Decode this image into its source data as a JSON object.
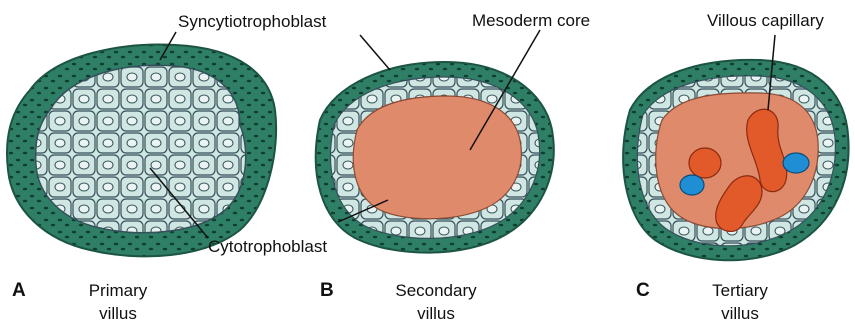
{
  "labels": {
    "syncytiotrophoblast": "Syncytiotrophoblast",
    "mesoderm_core": "Mesoderm core",
    "villous_capillary": "Villous capillary",
    "cytotrophoblast": "Cytotrophoblast"
  },
  "panels": [
    {
      "letter": "A",
      "caption_line1": "Primary",
      "caption_line2": "villus"
    },
    {
      "letter": "B",
      "caption_line1": "Secondary",
      "caption_line2": "villus"
    },
    {
      "letter": "C",
      "caption_line1": "Tertiary",
      "caption_line2": "villus"
    }
  ],
  "colors": {
    "syncytium": "#2e7f66",
    "syncytium_dark": "#1c5443",
    "cytotrophoblast_fill": "#cfe6e2",
    "cell_outline": "#35505a",
    "mesoderm": "#df8a6b",
    "capillary_red": "#e35a2a",
    "capillary_blue": "#1f8ed4"
  }
}
